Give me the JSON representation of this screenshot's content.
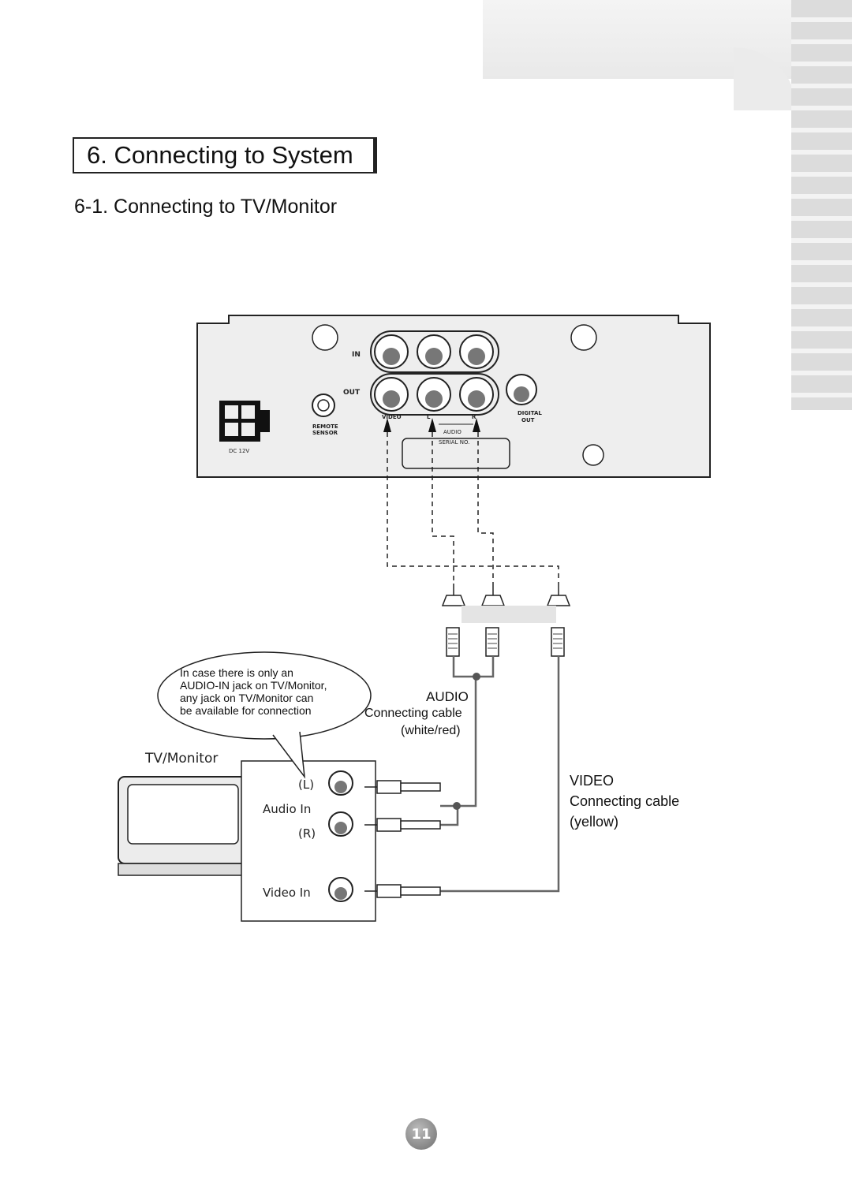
{
  "section_title": "6. Connecting to System",
  "subsection_title": "6-1. Connecting to TV/Monitor",
  "panel_labels": {
    "in": "IN",
    "out": "OUT",
    "video": "VIDEO",
    "l": "L",
    "r": "R",
    "audio": "AUDIO",
    "serial_no": "SERIAL NO.",
    "digital_out_1": "DIGITAL",
    "digital_out_2": "OUT",
    "remote_sensor_1": "REMOTE",
    "remote_sensor_2": "SENSOR",
    "dc_12v": "DC 12V"
  },
  "callout": {
    "line1": "In case there is only an",
    "line2": "AUDIO-IN jack on TV/Monitor,",
    "line3": "any jack on TV/Monitor can",
    "line4": "be available for connection"
  },
  "audio_cable": {
    "title": "AUDIO",
    "line1": "Connecting cable",
    "line2": "(white/red)"
  },
  "video_cable": {
    "title": "VIDEO",
    "line1": "Connecting cable",
    "line2": "(yellow)"
  },
  "tv": {
    "label": "TV/Monitor",
    "left": "(L)",
    "audio_in": "Audio In",
    "right": "(R)",
    "video_in": "Video In"
  },
  "page_number": "11"
}
